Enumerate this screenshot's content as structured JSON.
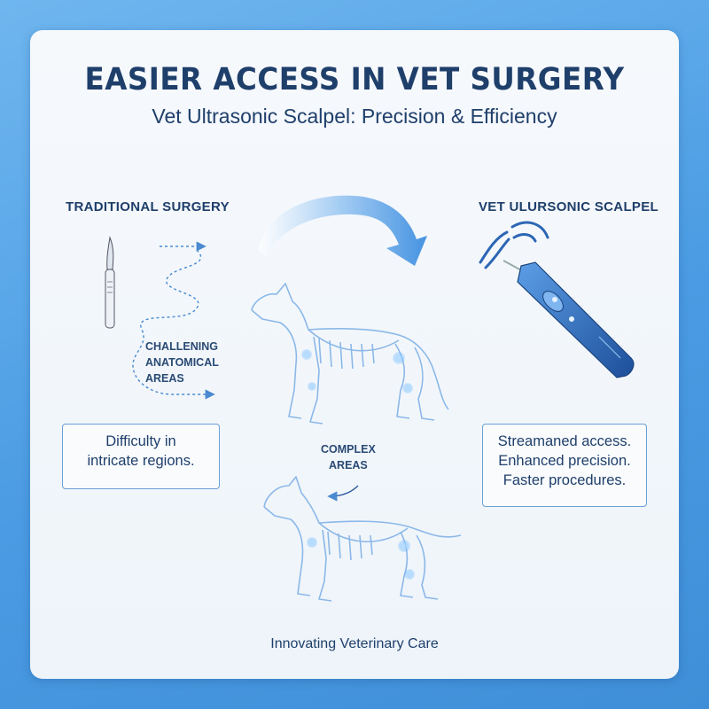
{
  "header": {
    "title": "EASIER ACCESS IN VET SURGERY",
    "subtitle": "Vet Ultrasonic Scalpel: Precision & Efficiency"
  },
  "left": {
    "label": "TRADITIONAL SURGERY",
    "area_lines": [
      "CHALLENING",
      "ANATOMICAL",
      "AREAS"
    ],
    "box_lines": [
      "Difficulty in",
      "intricate regions."
    ]
  },
  "right": {
    "label": "VET ULURSONIC SCALPEL",
    "box_lines": [
      "Streamaned access.",
      "Enhanced precision.",
      "Faster procedures."
    ]
  },
  "center": {
    "complex_lines": [
      "COMPLEX",
      "AREAS"
    ]
  },
  "footer": "Innovating Veterinary Care",
  "colors": {
    "text": "#1f3f6b",
    "accent": "#4a9be3",
    "skeleton": "#8bb8e8",
    "highlight": "#5fb0ff"
  }
}
